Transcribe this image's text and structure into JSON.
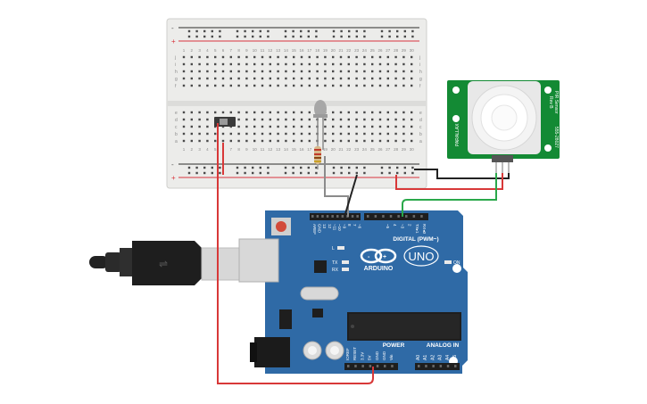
{
  "colors": {
    "breadboard": "#ececea",
    "breadboard_hole": "#4a4a4a",
    "rail_red": "#d9343d",
    "rail_black": "#2b2b2b",
    "arduino_blue": "#2f6aa6",
    "arduino_dark": "#245a92",
    "pir_green": "#138a34",
    "wire_red": "#d83838",
    "wire_black": "#222222",
    "wire_green": "#2aa84a",
    "wire_gray": "#8b8b8b"
  },
  "breadboard": {
    "rail_plus": "+",
    "rail_minus": "-",
    "row_letters_top": [
      "j",
      "i",
      "h",
      "g",
      "f"
    ],
    "row_letters_bottom": [
      "e",
      "d",
      "c",
      "b",
      "a"
    ],
    "column_numbers": [
      "1",
      "2",
      "3",
      "4",
      "5",
      "6",
      "7",
      "8",
      "9",
      "10",
      "11",
      "12",
      "13",
      "14",
      "15",
      "16",
      "17",
      "18",
      "19",
      "20",
      "21",
      "22",
      "23",
      "24",
      "25",
      "26",
      "27",
      "28",
      "29",
      "30"
    ]
  },
  "pir_sensor": {
    "title": "PIR Sensor",
    "rev": "Rev B",
    "brand": "PARALLAX",
    "part": "555-28027"
  },
  "arduino": {
    "brand": "ARDUINO",
    "model": "UNO",
    "digital_label": "DIGITAL (PWM~)",
    "power_label": "POWER",
    "analog_label": "ANALOG IN",
    "on_label": "ON",
    "led_l": "L",
    "led_tx": "TX",
    "led_rx": "RX",
    "digital_pins": [
      "AREF",
      "GND",
      "13",
      "12",
      "~11",
      "~10",
      "~9",
      "8",
      "7",
      "~6",
      "~5",
      "4",
      "~3",
      "2",
      "TX▸1",
      "RX◂0"
    ],
    "power_pins": [
      "IOREF",
      "RESET",
      "3.3V",
      "5V",
      "GND",
      "GND",
      "Vin"
    ],
    "analog_pins": [
      "A0",
      "A1",
      "A2",
      "A3",
      "A4",
      "A5"
    ]
  }
}
